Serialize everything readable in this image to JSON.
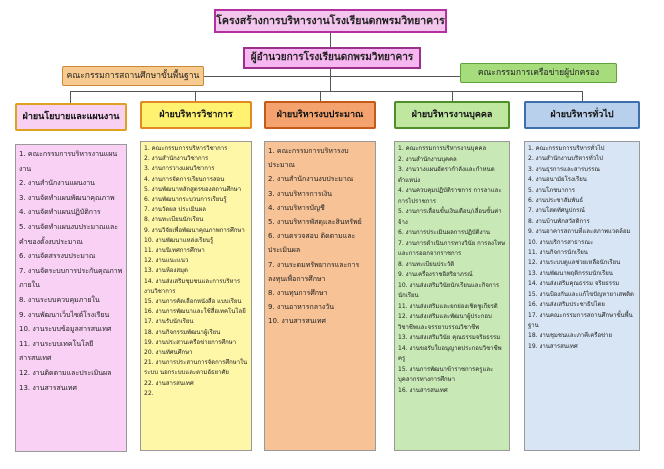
{
  "title": "โครงสร้างการบริหารงานโรงเรียนดกพรมวิทยาคาร",
  "director": "ผู้อำนวยการโรงเรียนดกพรมวิทยาคาร",
  "committees": {
    "left": "คณะกรรมการสถานศึกษาขั้นพื้นฐาน",
    "right": "คณะกรรมการเครือข่ายผู้ปกครอง"
  },
  "divisions": [
    {
      "name": "ฝ่ายนโยบายและแผนงาน",
      "items": [
        "1. คณะกรรมการบริหารงานแผนงาน",
        "2. งานสำนักงานแผนงาน",
        "3. งานจัดทำแผนพัฒนาคุณภาพ",
        "4. งานจัดทำแผนปฏิบัติการ",
        "5. งานจัดทำแผนงบประมาณและคำของตั้งงบประมาณ",
        "6. งานจัดสรรงบประมาณ",
        "7. งานจัดระบบการประกันคุณภาพภายใน",
        "8. งานระบบควบคุมภายใน",
        "9. งานพัฒนาเว็บไซต์โรงเรียน",
        "10. งานระบบข้อมูลสารสนเทศ",
        "11. งานระบบเทคโนโลยีสารสนเทศ",
        "12. งานติดตามและประเมินผล",
        "13. งานสารสนเทศ"
      ]
    },
    {
      "name": "ฝ่ายบริหารวิชาการ",
      "items": [
        "1. คณะกรรมการบริหารวิชาการ",
        "2. งานสำนักงานวิชาการ",
        "3. งานการวางแผนวิชาการ",
        "4. งานการจัดการเรียนการสอน",
        "5. งานพัฒนาหลักสูตรของสถานศึกษา",
        "6. งานพัฒนากระบวนการเรียนรู้",
        "7. งานวัดผล ประเมินผล",
        "8. งานทะเบียนนักเรียน",
        "9. งานวิจัยเพื่อพัฒนาคุณภาพการศึกษา",
        "10. งานพัฒนาแหล่งเรียนรู้",
        "11. งานนิเทศการศึกษา",
        "12. งานแนะแนว",
        "13. งานห้องสมุด",
        "14. งานส่งเสริมชุมชนและการบริหารงานวิชาการ",
        "15. งานการคัดเลือกหนังสือ แบบเรียน",
        "16. งานการพัฒนาและใช้สื่อเทคโนโลยี",
        "17. งานรับนักเรียน",
        "18. งานกิจกรรมพัฒนาผู้เรียน",
        "19. งานประสานเครือข่ายการศึกษา",
        "20. งานทัศนศึกษา",
        "21. งานการประสานการจัดการศึกษาในระบบ นอกระบบและตามอัธยาศัย",
        "22. งานสารสนเทศ",
        "22."
      ]
    },
    {
      "name": "ฝ่ายบริหารงบประมาณ",
      "items": [
        "1. คณะกรรมการบริหารงบประมาณ",
        "2. งานสำนักงานงบประมาณ",
        "3. งานบริหารการเงิน",
        "4. งานบริหารบัญชี",
        "5. งานบริหารพัสดุและสินทรัพย์",
        "6. งานตรวจสอบ ติดตามและประเมินผล",
        "7. งานระดมทรัพยากรและการลงทุนเพื่อการศึกษา",
        "8. งานทุนการศึกษา",
        "9. งานอาหารกลางวัน",
        "10. งานสารสนเทศ"
      ]
    },
    {
      "name": "ฝ่ายบริหารงานบุคคล",
      "items": [
        "1. คณะกรรมการบริหารงานบุคคล",
        "2. งานสำนักงานบุคคล",
        "3. งานวางแผนอัตรากำลังและกำหนดตำแหน่ง",
        "4. งานควบคุมปฏิบัติราชการ การลาและการไปราชการ",
        "5. งานการเลื่อนขั้นเงินเดือน/เลื่อนขั้นค่าจ้าง",
        "6. งานการประเมินผลการปฏิบัติงาน",
        "7. งานการดำเนินการทางวินัย การลงโทษและการออกจากราชการ",
        "8. งานทะเบียนประวัติ",
        "9. งานเครื่องราชอิสริยาภรณ์",
        "10. งานส่งเสริมวินัยนักเรียนและกิจการนักเรียน",
        "11. งานส่งเสริมและยกย่องเชิดชูเกียรติ",
        "12. งานส่งเสริมและพัฒนาผู้ประกอบวิชาชีพและจรรยาบรรณวิชาชีพ",
        "13. งานส่งเสริมวินัย คุณธรรมจริยธรรม",
        "14. งานขอรับใบอนุญาตประกอบวิชาชีพครู",
        "15. งานการพัฒนาข้าราชการครูและบุคลากรทางการศึกษา",
        "16. งานสารสนเทศ"
      ]
    },
    {
      "name": "ฝ่ายบริหารทั่วไป",
      "items": [
        "1. คณะกรรมการบริหารทั่วไป",
        "2. งานสำนักงานบริหารทั่วไป",
        "3. งานธุรการและสารบรรณ",
        "4. งานอนามัยโรงเรียน",
        "5. งานโภชนาการ",
        "6. งานประชาสัมพันธ์",
        "7. งานโสตทัศนูปกรณ์",
        "8. งานบ้านพักสวัสดิการ",
        "9. งานอาคารสถานที่และสภาพแวดล้อม",
        "10. งานบริการสาธารณะ",
        "11. งานกิจการนักเรียน",
        "12. งานระบบดูแลช่วยเหลือนักเรียน",
        "13. งานพัฒนาพฤติกรรมนักเรียน",
        "14. งานส่งเสริมคุณธรรม จริยธรรม",
        "15. งานป้องกันและแก้ไขปัญหายาเสพติด",
        "16. งานส่งเสริมประชาธิปไตย",
        "17. งานคณะกรรมการสถานศึกษาขั้นพื้นฐาน",
        "18. งานชุมชนและภาคีเครือข่าย",
        "19. งานสารสนเทศ"
      ]
    }
  ]
}
